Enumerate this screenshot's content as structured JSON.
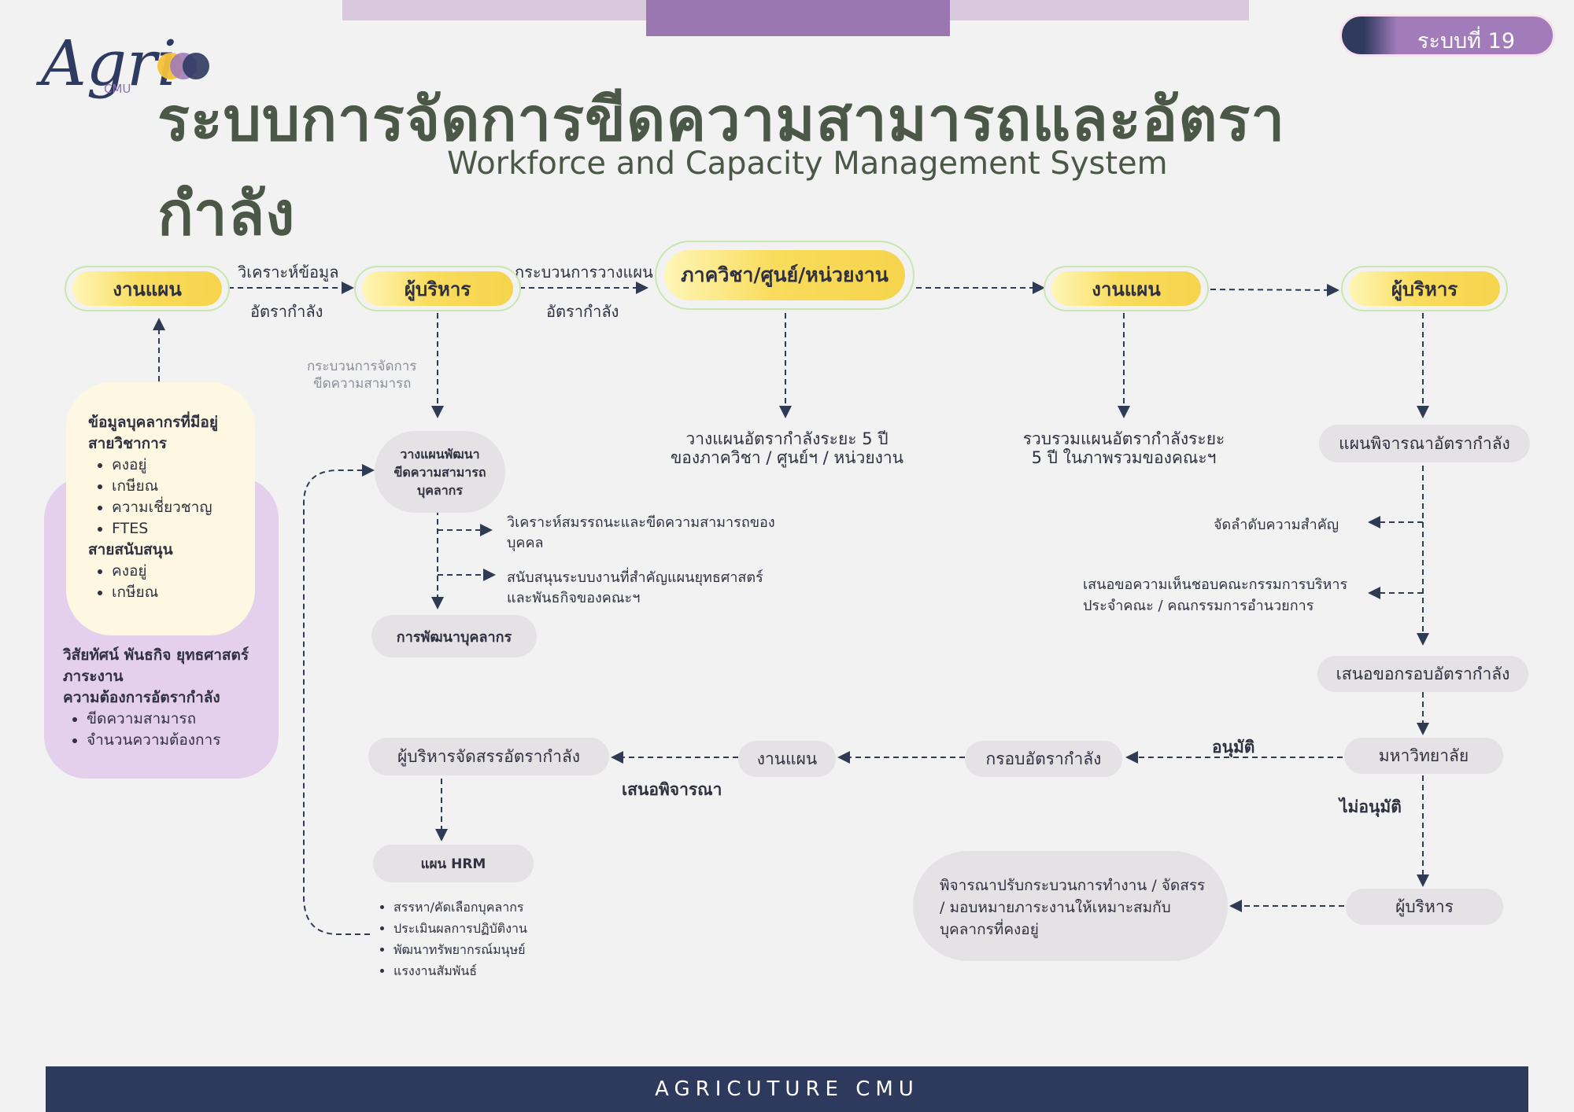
{
  "badge": {
    "label": "ระบบที่ 19"
  },
  "logo": {
    "main": "Agri",
    "sub": "CMU"
  },
  "header": {
    "title": "ระบบการจัดการขีดความสามารถและอัตรากำลัง",
    "subtitle": "Workforce and Capacity Management System"
  },
  "flow_nodes": {
    "plan_1": "งานแผน",
    "exec_1": "ผู้บริหาร",
    "dept": "ภาควิชา/ศูนย์/หน่วยงาน",
    "plan_2": "งานแผน",
    "exec_2": "ผู้บริหาร"
  },
  "edge_labels": {
    "analyze_top": "วิเคราะห์ข้อมูล",
    "analyze_bottom": "อัตรากำลัง",
    "process_top": "กระบวนการวางแผน",
    "process_bottom": "อัตรากำลัง",
    "capacity_mgmt_1": "กระบวนการจัดการ",
    "capacity_mgmt_2": "ขีดความสามารถ",
    "approve": "อนุมัติ",
    "not_approve": "ไม่อนุมัติ",
    "propose": "เสนอพิจารณา"
  },
  "staff_box": {
    "heading1": "ข้อมูลบุคลากรที่มีอยู่",
    "heading2": "สายวิชาการ",
    "academic": [
      "คงอยู่",
      "เกษียณ",
      "ความเชี่ยวชาญ",
      "FTES"
    ],
    "heading3": "สายสนับสนุน",
    "support": [
      "คงอยู่",
      "เกษียณ"
    ]
  },
  "vision_box": {
    "line1": "วิสัยทัศน์ พันธกิจ ยุทธศาสตร์",
    "line2": "ภาระงาน",
    "line3": "ความต้องการอัตรากำลัง",
    "items": [
      "ขีดความสามารถ",
      "จำนวนความต้องการ"
    ]
  },
  "develop_plan": {
    "line1": "วางแผนพัฒนา",
    "line2": "ขีดความสามารถ",
    "line3": "บุคลากร"
  },
  "develop_notes": {
    "n1a": "วิเคราะห์สมรรถนะและขีดความสามารถของ",
    "n1b": "บุคคล",
    "n2a": "สนับสนุนระบบงานที่สำคัญแผนยุทธศาสตร์",
    "n2b": "และพันธกิจของคณะฯ"
  },
  "hr_develop": "การพัฒนาบุคลากร",
  "dept_plan": {
    "line1": "วางแผนอัตรากำลังระยะ 5 ปี",
    "line2": "ของภาควิชา / ศูนย์ฯ / หน่วยงาน"
  },
  "collect_plan": {
    "line1": "รวบรวมแผนอัตรากำลังระยะ",
    "line2": "5 ปี ในภาพรวมของคณะฯ"
  },
  "consider_plan": "แผนพิจารณาอัตรากำลัง",
  "priority": "จัดลำดับความสำคัญ",
  "committee": {
    "line1": "เสนอขอความเห็นชอบคณะกรรมการบริหาร",
    "line2": "ประจำคณะ / คณกรรมการอำนวยการ"
  },
  "propose_frame": "เสนอขอกรอบอัตรากำลัง",
  "university": "มหาวิทยาลัย",
  "frame": "กรอบอัตรากำลัง",
  "plan_3": "งานแผน",
  "exec_allocate": "ผู้บริหารจัดสรรอัตรากำลัง",
  "hrm": {
    "title": "แผน HRM",
    "items": [
      "สรรหา/คัดเลือกบุคลากร",
      "ประเมินผลการปฏิบัติงาน",
      "พัฒนาทรัพยากรณ์มนุษย์",
      "แรงงานสัมพันธ์"
    ]
  },
  "exec_3": "ผู้บริหาร",
  "adjust": {
    "line1": "พิจารณาปรับกระบวนการทำงาน / จัดสรร",
    "line2": "/ มอบหมายภาระงานให้เหมาะสมกับ",
    "line3": "บุคลากรที่คงอยู่"
  },
  "footer": {
    "label": "AGRICUTURE CMU"
  },
  "colors": {
    "accent_purple": "#9b77b1",
    "navy": "#2e3a5d",
    "yellow": "#f6d44c",
    "lavender": "#e4d0ec",
    "cream": "#fef8e2",
    "gray_node": "#e5e2e5"
  }
}
